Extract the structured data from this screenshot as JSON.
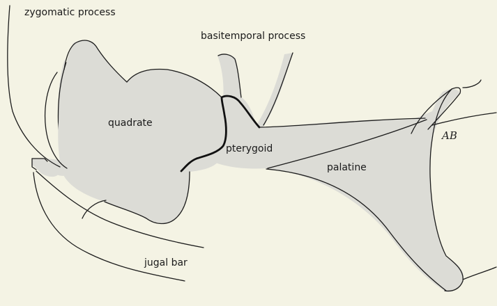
{
  "labels": {
    "zygomatic_process": "zygomatic process",
    "basitemporal_process": "basitemporal process",
    "quadrate": "quadrate",
    "pterygoid": "pterygoid",
    "palatine": "palatine",
    "jugal_bar": "jugal bar"
  },
  "signature": "AB",
  "colors": {
    "background": "#f4f3e4",
    "bone": "#dcdcd6",
    "line": "#1c1c1c"
  }
}
